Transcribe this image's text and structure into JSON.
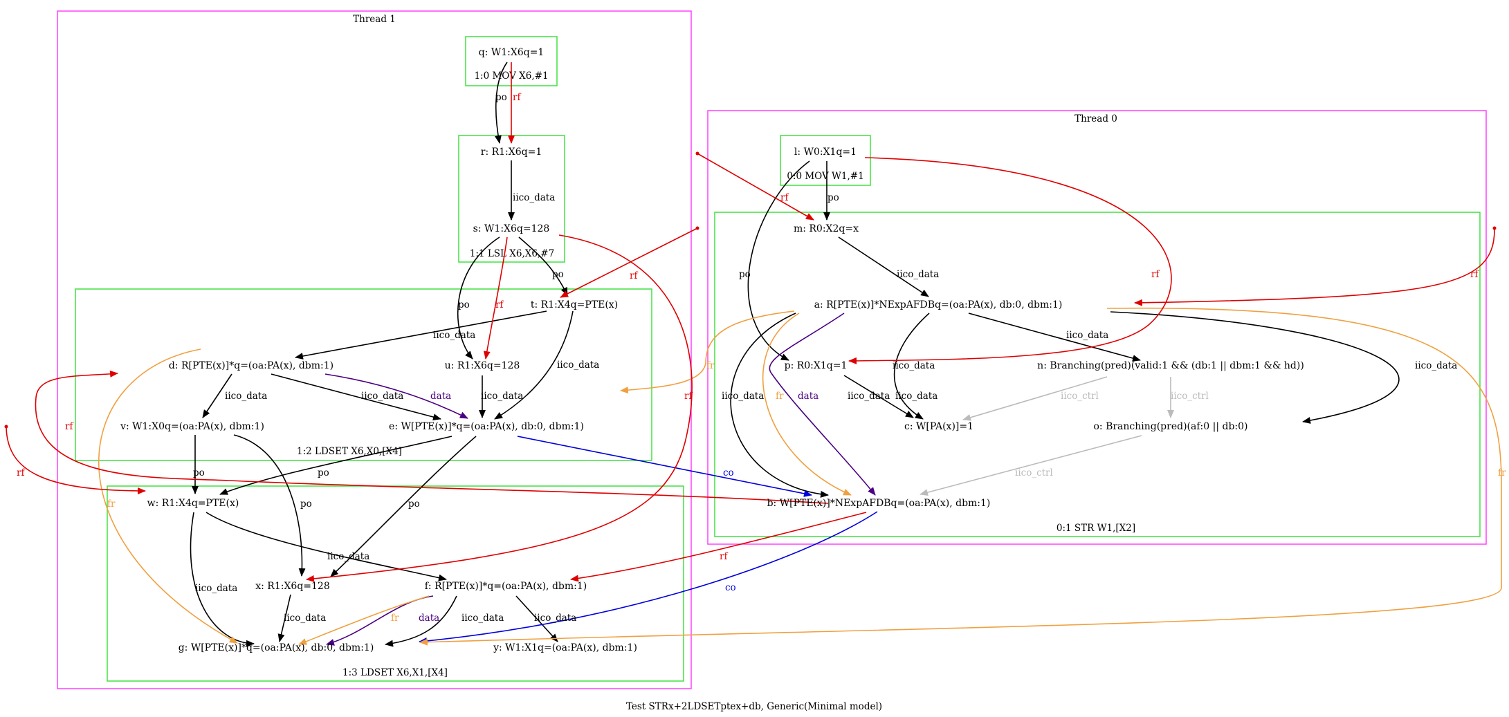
{
  "caption": "Test STRx+2LDSETptex+db, Generic(Minimal model)",
  "colors": {
    "po": "#000000",
    "iico_data": "#000000",
    "rf": "#e00000",
    "fr": "#f0a040",
    "co": "#0000dd",
    "data": "#4b0082",
    "iico_ctrl": "#bbbbbb",
    "thread_box": "#ff40ff",
    "instr_box": "#40e040"
  },
  "threads": [
    {
      "id": "T1",
      "label": "Thread 1"
    },
    {
      "id": "T0",
      "label": "Thread 0"
    }
  ],
  "instructions": [
    {
      "id": "i10",
      "label": "1:0 MOV X6,#1"
    },
    {
      "id": "i11",
      "label": "1:1 LSL X6,X6,#7"
    },
    {
      "id": "i12",
      "label": "1:2 LDSET X6,X0,[X4]"
    },
    {
      "id": "i13",
      "label": "1:3 LDSET X6,X1,[X4]"
    },
    {
      "id": "i00",
      "label": "0:0 MOV W1,#1"
    },
    {
      "id": "i01",
      "label": "0:1 STR W1,[X2]"
    }
  ],
  "events": {
    "q": "q: W1:X6q=1",
    "r": "r: R1:X6q=1",
    "s": "s: W1:X6q=128",
    "t": "t: R1:X4q=PTE(x)",
    "d": "d: R[PTE(x)]*q=(oa:PA(x), dbm:1)",
    "u": "u: R1:X6q=128",
    "v": "v: W1:X0q=(oa:PA(x), dbm:1)",
    "e": "e: W[PTE(x)]*q=(oa:PA(x), db:0, dbm:1)",
    "w": "w: R1:X4q=PTE(x)",
    "x": "x: R1:X6q=128",
    "f": "f: R[PTE(x)]*q=(oa:PA(x), dbm:1)",
    "g": "g: W[PTE(x)]*q=(oa:PA(x), db:0, dbm:1)",
    "y": "y: W1:X1q=(oa:PA(x), dbm:1)",
    "l": "l: W0:X1q=1",
    "m": "m: R0:X2q=x",
    "a": "a: R[PTE(x)]*NExpAFDBq=(oa:PA(x), db:0, dbm:1)",
    "p": "p: R0:X1q=1",
    "n": "n: Branching(pred)(valid:1 && (db:1 || dbm:1 && hd))",
    "c": "c: W[PA(x)]=1",
    "o": "o: Branching(pred)(af:0 || db:0)",
    "b": "b: W[PTE(x)]*NExpAFDBq=(oa:PA(x), dbm:1)"
  },
  "edge_labels": {
    "po": "po",
    "iico_data": "iico_data",
    "rf": "rf",
    "fr": "fr",
    "co": "co",
    "data": "data",
    "iico_ctrl": "iico_ctrl"
  },
  "edges": [
    {
      "from": "q",
      "to": "r",
      "kind": "po"
    },
    {
      "from": "q",
      "to": "r",
      "kind": "rf"
    },
    {
      "from": "r",
      "to": "s",
      "kind": "iico_data"
    },
    {
      "from": "s",
      "to": "t",
      "kind": "po"
    },
    {
      "from": "s",
      "to": "u",
      "kind": "po"
    },
    {
      "from": "s",
      "to": "u",
      "kind": "rf"
    },
    {
      "from": "s",
      "to": "x",
      "kind": "rf"
    },
    {
      "from": "t",
      "to": "d",
      "kind": "iico_data"
    },
    {
      "from": "t",
      "to": "e",
      "kind": "iico_data"
    },
    {
      "from": "d",
      "to": "v",
      "kind": "iico_data"
    },
    {
      "from": "d",
      "to": "e",
      "kind": "iico_data"
    },
    {
      "from": "d",
      "to": "e",
      "kind": "data"
    },
    {
      "from": "u",
      "to": "e",
      "kind": "iico_data"
    },
    {
      "from": "d",
      "to": "g",
      "kind": "fr"
    },
    {
      "from": "v",
      "to": "w",
      "kind": "po"
    },
    {
      "from": "v",
      "to": "x",
      "kind": "po"
    },
    {
      "from": "e",
      "to": "w",
      "kind": "po"
    },
    {
      "from": "e",
      "to": "x",
      "kind": "po"
    },
    {
      "from": "e",
      "to": "b",
      "kind": "co"
    },
    {
      "from": "w",
      "to": "g",
      "kind": "iico_data"
    },
    {
      "from": "w",
      "to": "f",
      "kind": "iico_data"
    },
    {
      "from": "x",
      "to": "g",
      "kind": "iico_data"
    },
    {
      "from": "f",
      "to": "g",
      "kind": "iico_data"
    },
    {
      "from": "f",
      "to": "g",
      "kind": "fr"
    },
    {
      "from": "f",
      "to": "g",
      "kind": "data"
    },
    {
      "from": "f",
      "to": "y",
      "kind": "iico_data"
    },
    {
      "from": "l",
      "to": "m",
      "kind": "po"
    },
    {
      "from": "l",
      "to": "p",
      "kind": "po"
    },
    {
      "from": "l",
      "to": "p",
      "kind": "rf"
    },
    {
      "from": "m",
      "to": "a",
      "kind": "iico_data"
    },
    {
      "from": "a",
      "to": "p",
      "kind": "iico_data"
    },
    {
      "from": "a",
      "to": "n",
      "kind": "iico_data"
    },
    {
      "from": "a",
      "to": "o",
      "kind": "iico_data"
    },
    {
      "from": "a",
      "to": "c",
      "kind": "iico_data"
    },
    {
      "from": "a",
      "to": "b",
      "kind": "iico_data"
    },
    {
      "from": "a",
      "to": "b",
      "kind": "fr"
    },
    {
      "from": "a",
      "to": "b",
      "kind": "data"
    },
    {
      "from": "a",
      "to": "e",
      "kind": "fr"
    },
    {
      "from": "a",
      "to": "g",
      "kind": "fr"
    },
    {
      "from": "p",
      "to": "c",
      "kind": "iico_data"
    },
    {
      "from": "n",
      "to": "c",
      "kind": "iico_ctrl"
    },
    {
      "from": "n",
      "to": "o",
      "kind": "iico_ctrl"
    },
    {
      "from": "o",
      "to": "b",
      "kind": "iico_ctrl"
    },
    {
      "from": "b",
      "to": "d",
      "kind": "rf"
    },
    {
      "from": "b",
      "to": "f",
      "kind": "rf"
    },
    {
      "from": "b",
      "to": "g",
      "kind": "co"
    },
    {
      "from": "init",
      "to": "w",
      "kind": "rf"
    },
    {
      "from": "init",
      "to": "t",
      "kind": "rf"
    },
    {
      "from": "init",
      "to": "m",
      "kind": "rf"
    },
    {
      "from": "init",
      "to": "a",
      "kind": "rf"
    }
  ]
}
